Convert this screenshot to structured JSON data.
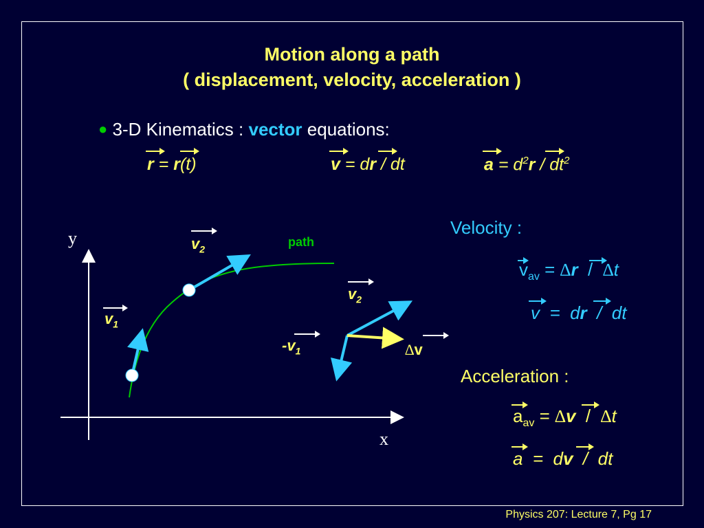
{
  "title": {
    "line1": "Motion along a path",
    "line2": "( displacement, velocity, acceleration )"
  },
  "bullet": {
    "prefix": "3-D Kinematics :",
    "keyword": "vector",
    "suffix": "equations:"
  },
  "equations": {
    "r_lhs": "r",
    "r_eq": " = ",
    "r_rhs": "r",
    "r_arg": "(t)",
    "v_lhs": "v",
    "v_eq": " = d",
    "v_r": "r",
    "v_tail": " / dt",
    "a_lhs": "a",
    "a_eq": " = d",
    "a_sup": "2",
    "a_r": "r",
    "a_tail": " / dt",
    "a_sup2": "2"
  },
  "diagram": {
    "y_label": "y",
    "x_label": "x",
    "path_label": "path",
    "v2": "v",
    "v2_sub": "2",
    "v1": "v",
    "v1_sub": "1",
    "v2b": "v",
    "v2b_sub": "2",
    "neg_v1": "-v",
    "neg_v1_sub": "1",
    "delta_v_sym": "∆",
    "delta_v": "v"
  },
  "velocity": {
    "heading": "Velocity :",
    "avg_v": "v",
    "avg_sub": "av",
    "avg_eq": " = ",
    "delta": "∆",
    "r": "r",
    "slash": "  /  ",
    "delta2": "∆",
    "t": "t",
    "inst_v": "v",
    "inst_eq": "  =  d",
    "inst_r": "r",
    "inst_tail": "  /  dt"
  },
  "acceleration": {
    "heading": "Acceleration :",
    "avg_a": "a",
    "avg_sub": "av",
    "avg_eq": " = ",
    "delta": "∆",
    "v": "v",
    "slash": "  /  ",
    "delta2": "∆",
    "t": "t",
    "inst_a": "a",
    "inst_eq": "  =  d",
    "inst_v": "v",
    "inst_tail": "  /  dt"
  },
  "footer": "Physics 207: Lecture 7, Pg 17",
  "colors": {
    "background": "#000033",
    "title": "#ffff66",
    "cyan": "#33ccff",
    "green": "#00cc00"
  }
}
